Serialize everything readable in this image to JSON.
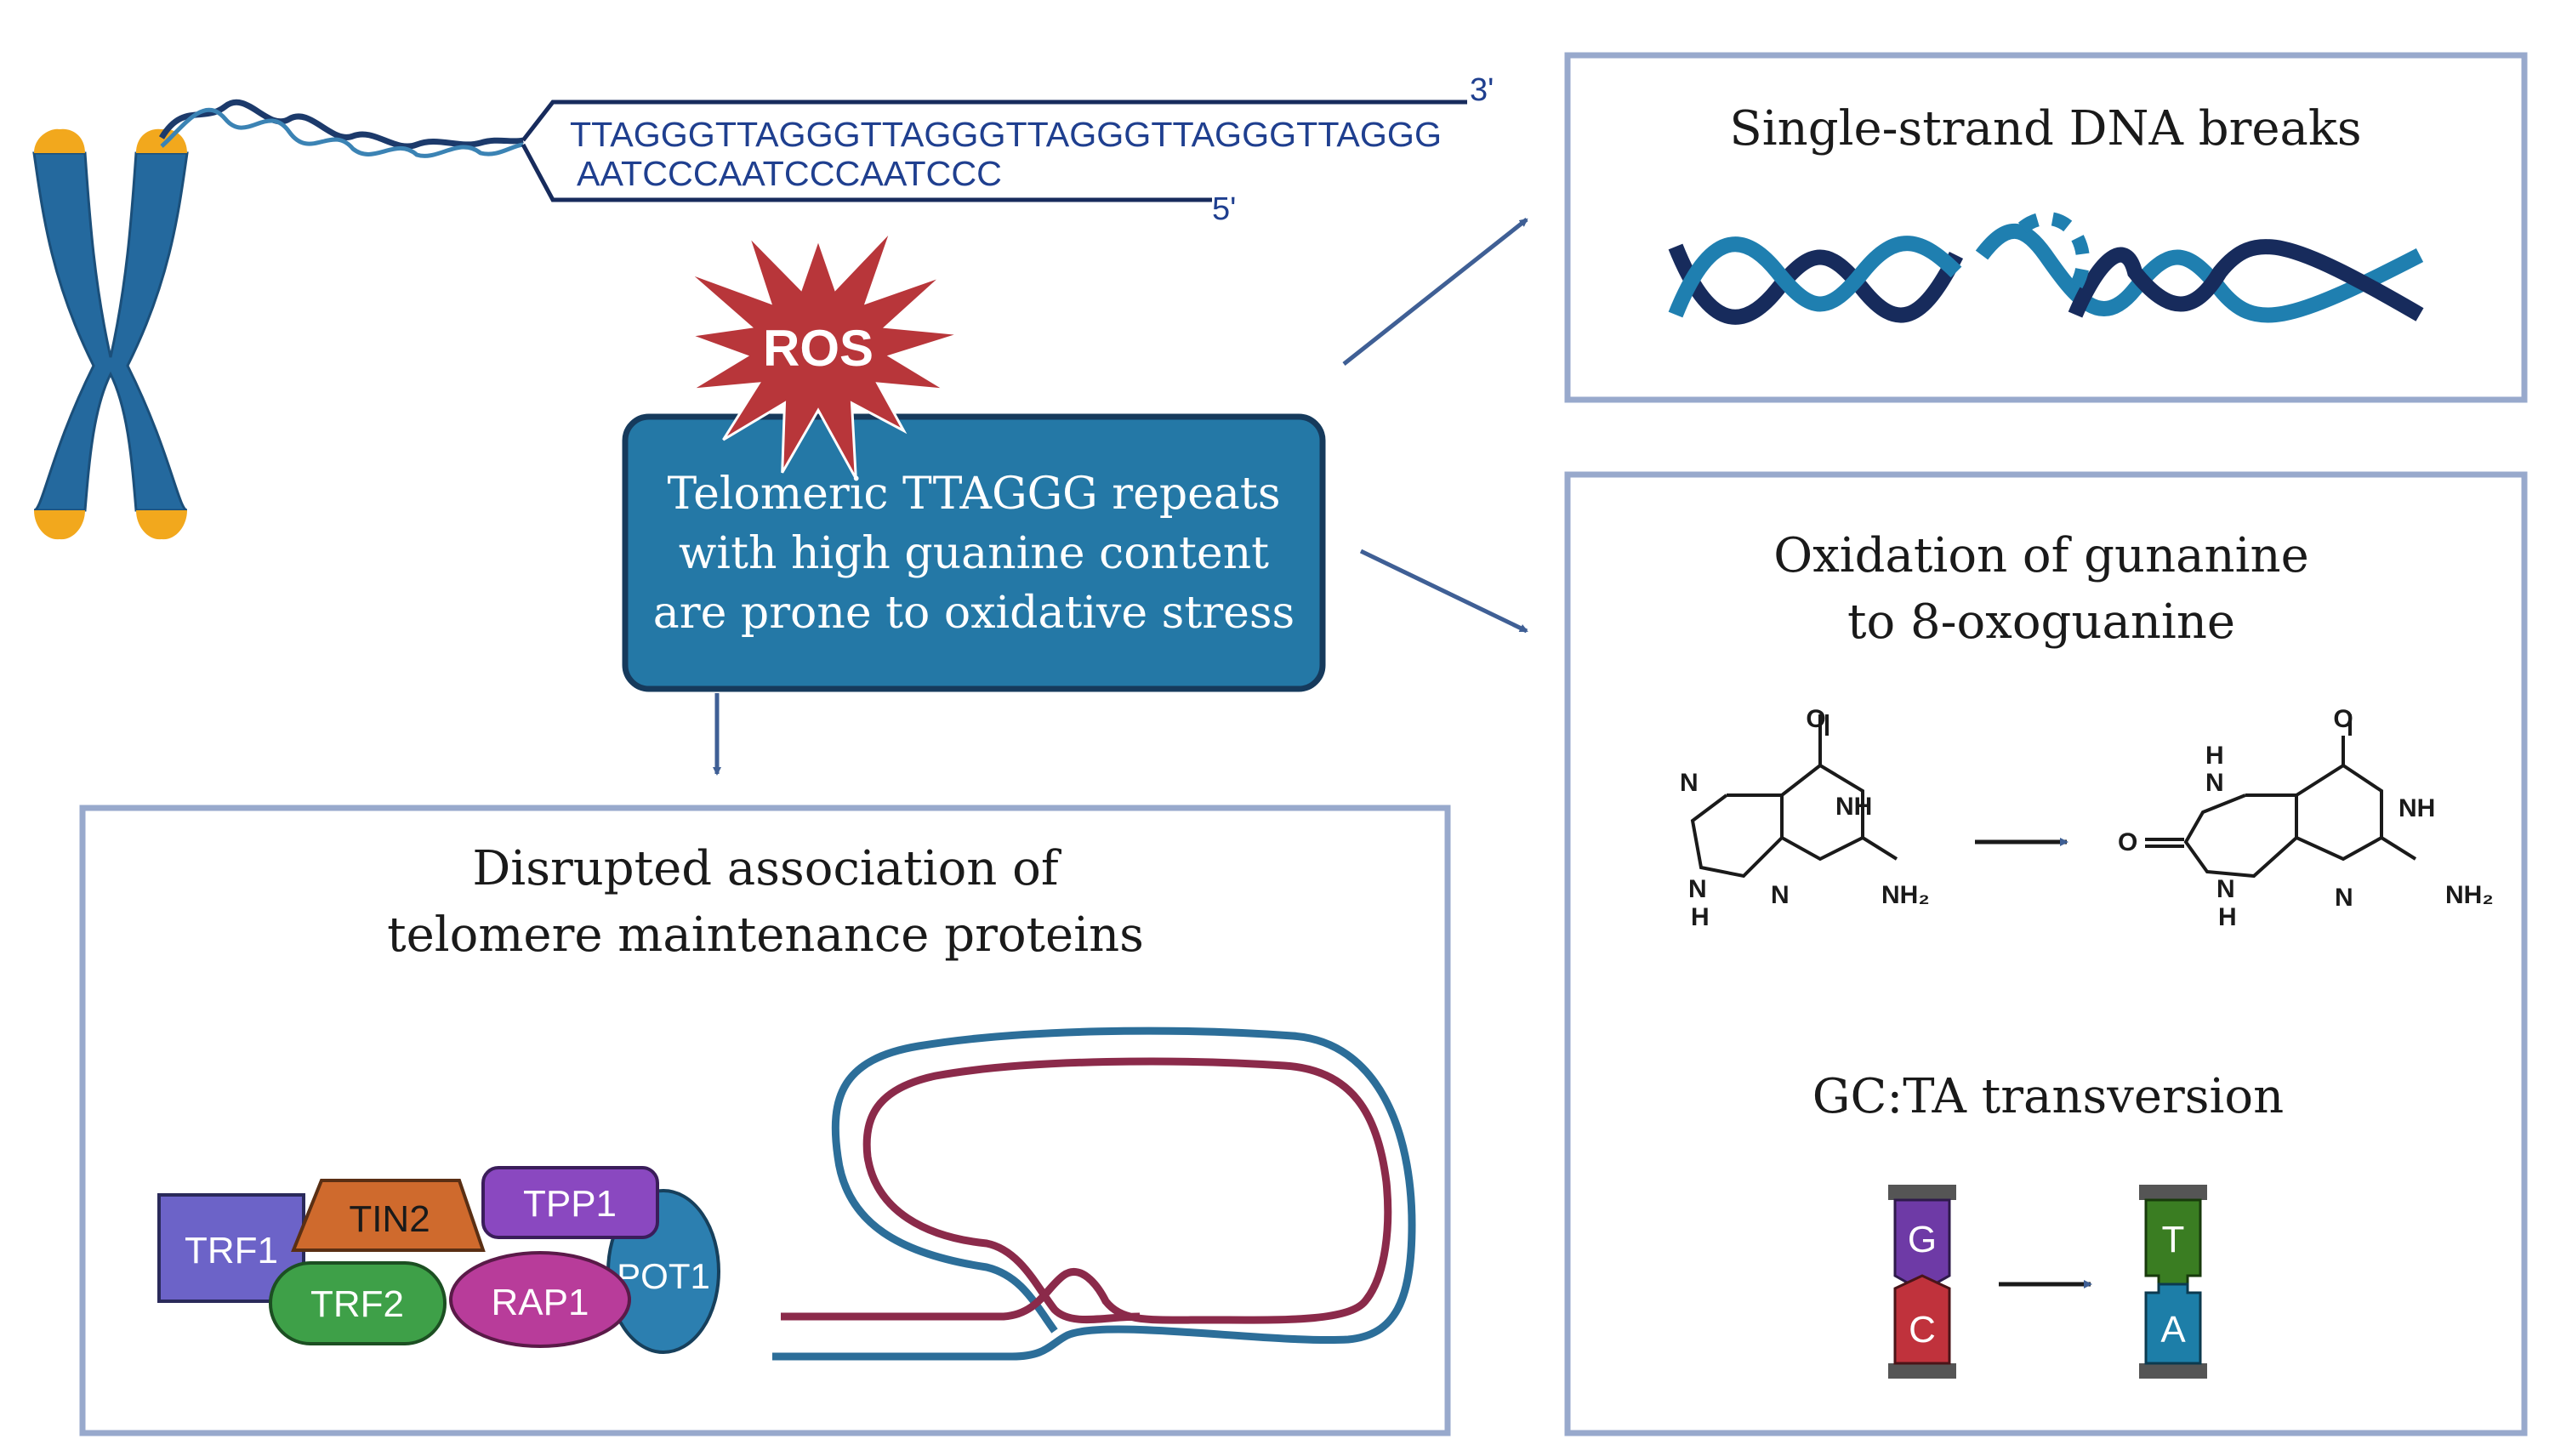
{
  "sequence": {
    "top_strand": "TTAGGGTTAGGGTTAGGGTTAGGGTTAGGGTTAGGG",
    "bottom_strand": "AATCCCAATCCCAATCCC",
    "three_prime": "3'",
    "five_prime": "5'"
  },
  "ros": {
    "label": "ROS"
  },
  "center_box": {
    "lines": [
      "Telomeric TTAGGG repeats",
      "with high guanine content",
      "are prone to oxidative stress"
    ]
  },
  "panel_breaks": {
    "title": "Single-strand DNA breaks"
  },
  "panel_proteins": {
    "title_lines": [
      "Disrupted association of",
      "telomere maintenance proteins"
    ],
    "proteins": {
      "trf1": "TRF1",
      "tin2": "TIN2",
      "tpp1": "TPP1",
      "trf2": "TRF2",
      "rap1": "RAP1",
      "pot1": "POT1"
    }
  },
  "panel_oxidation": {
    "title_lines": [
      "Oxidation of gunanine",
      "to 8-oxoguanine"
    ],
    "guanine_atoms": {
      "o": "O",
      "n7": "N",
      "nh": "NH",
      "n9h_n": "N",
      "n9h_h": "H",
      "n3": "N",
      "nh2": "NH₂"
    },
    "oxoguanine_atoms": {
      "o": "O",
      "n7h_h": "H",
      "n7h_n": "N",
      "nh": "NH",
      "o8": "O",
      "n9h_n": "N",
      "n9h_h": "H",
      "n3": "N",
      "nh2": "NH₂"
    },
    "transversion_title": "GC:TA transversion",
    "bases_before": [
      "G",
      "C"
    ],
    "bases_after": [
      "T",
      "A"
    ]
  },
  "colors": {
    "panel_border": "#98a9cc",
    "box_fill": "#2478a6",
    "box_border": "#163a5c",
    "ros_fill": "#b8363a",
    "navy": "#172b5c",
    "teal": "#1f7fb0",
    "chromosome": "#24699e",
    "telomere_tip": "#f2a81d",
    "loop_blue": "#2c6e99",
    "loop_red": "#8b2a4a",
    "trf1": "#6c63c8",
    "tin2": "#cf6a2d",
    "tpp1": "#8a48c0",
    "trf2": "#3ea048",
    "rap1": "#b83c9a",
    "pot1": "#2c7fb0",
    "base_g": "#6e3aa6",
    "base_c": "#c0323c",
    "base_t": "#3a7d22",
    "base_a": "#1d7ea8"
  }
}
